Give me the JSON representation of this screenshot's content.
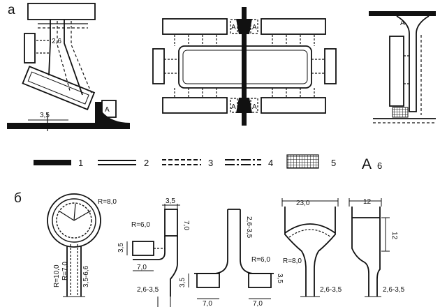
{
  "sections": {
    "a": "а",
    "b": "б"
  },
  "top_labels": {
    "dim_2_6": "2,6",
    "dim_3_5": "3,5",
    "marker_A": "А"
  },
  "legend": [
    {
      "num": "1",
      "kind": "solid-bar"
    },
    {
      "num": "2",
      "kind": "double-line"
    },
    {
      "num": "3",
      "kind": "dashed-double"
    },
    {
      "num": "4",
      "kind": "mixed-line"
    },
    {
      "num": "5",
      "kind": "grid-box"
    },
    {
      "num": "6",
      "kind": "letter",
      "symbol": "А"
    }
  ],
  "bottom_labels": {
    "r8": "R=8,0",
    "r10": "R=10,0",
    "r7": "R=7,0",
    "d35_66": "3,5-6,6",
    "d35": "3,5",
    "d70": "7,0",
    "r60": "R=6,0",
    "d26_35": "2,6-3,5",
    "d230": "23,0",
    "d12": "12"
  },
  "colors": {
    "ink": "#111111",
    "paper": "#ffffff"
  }
}
